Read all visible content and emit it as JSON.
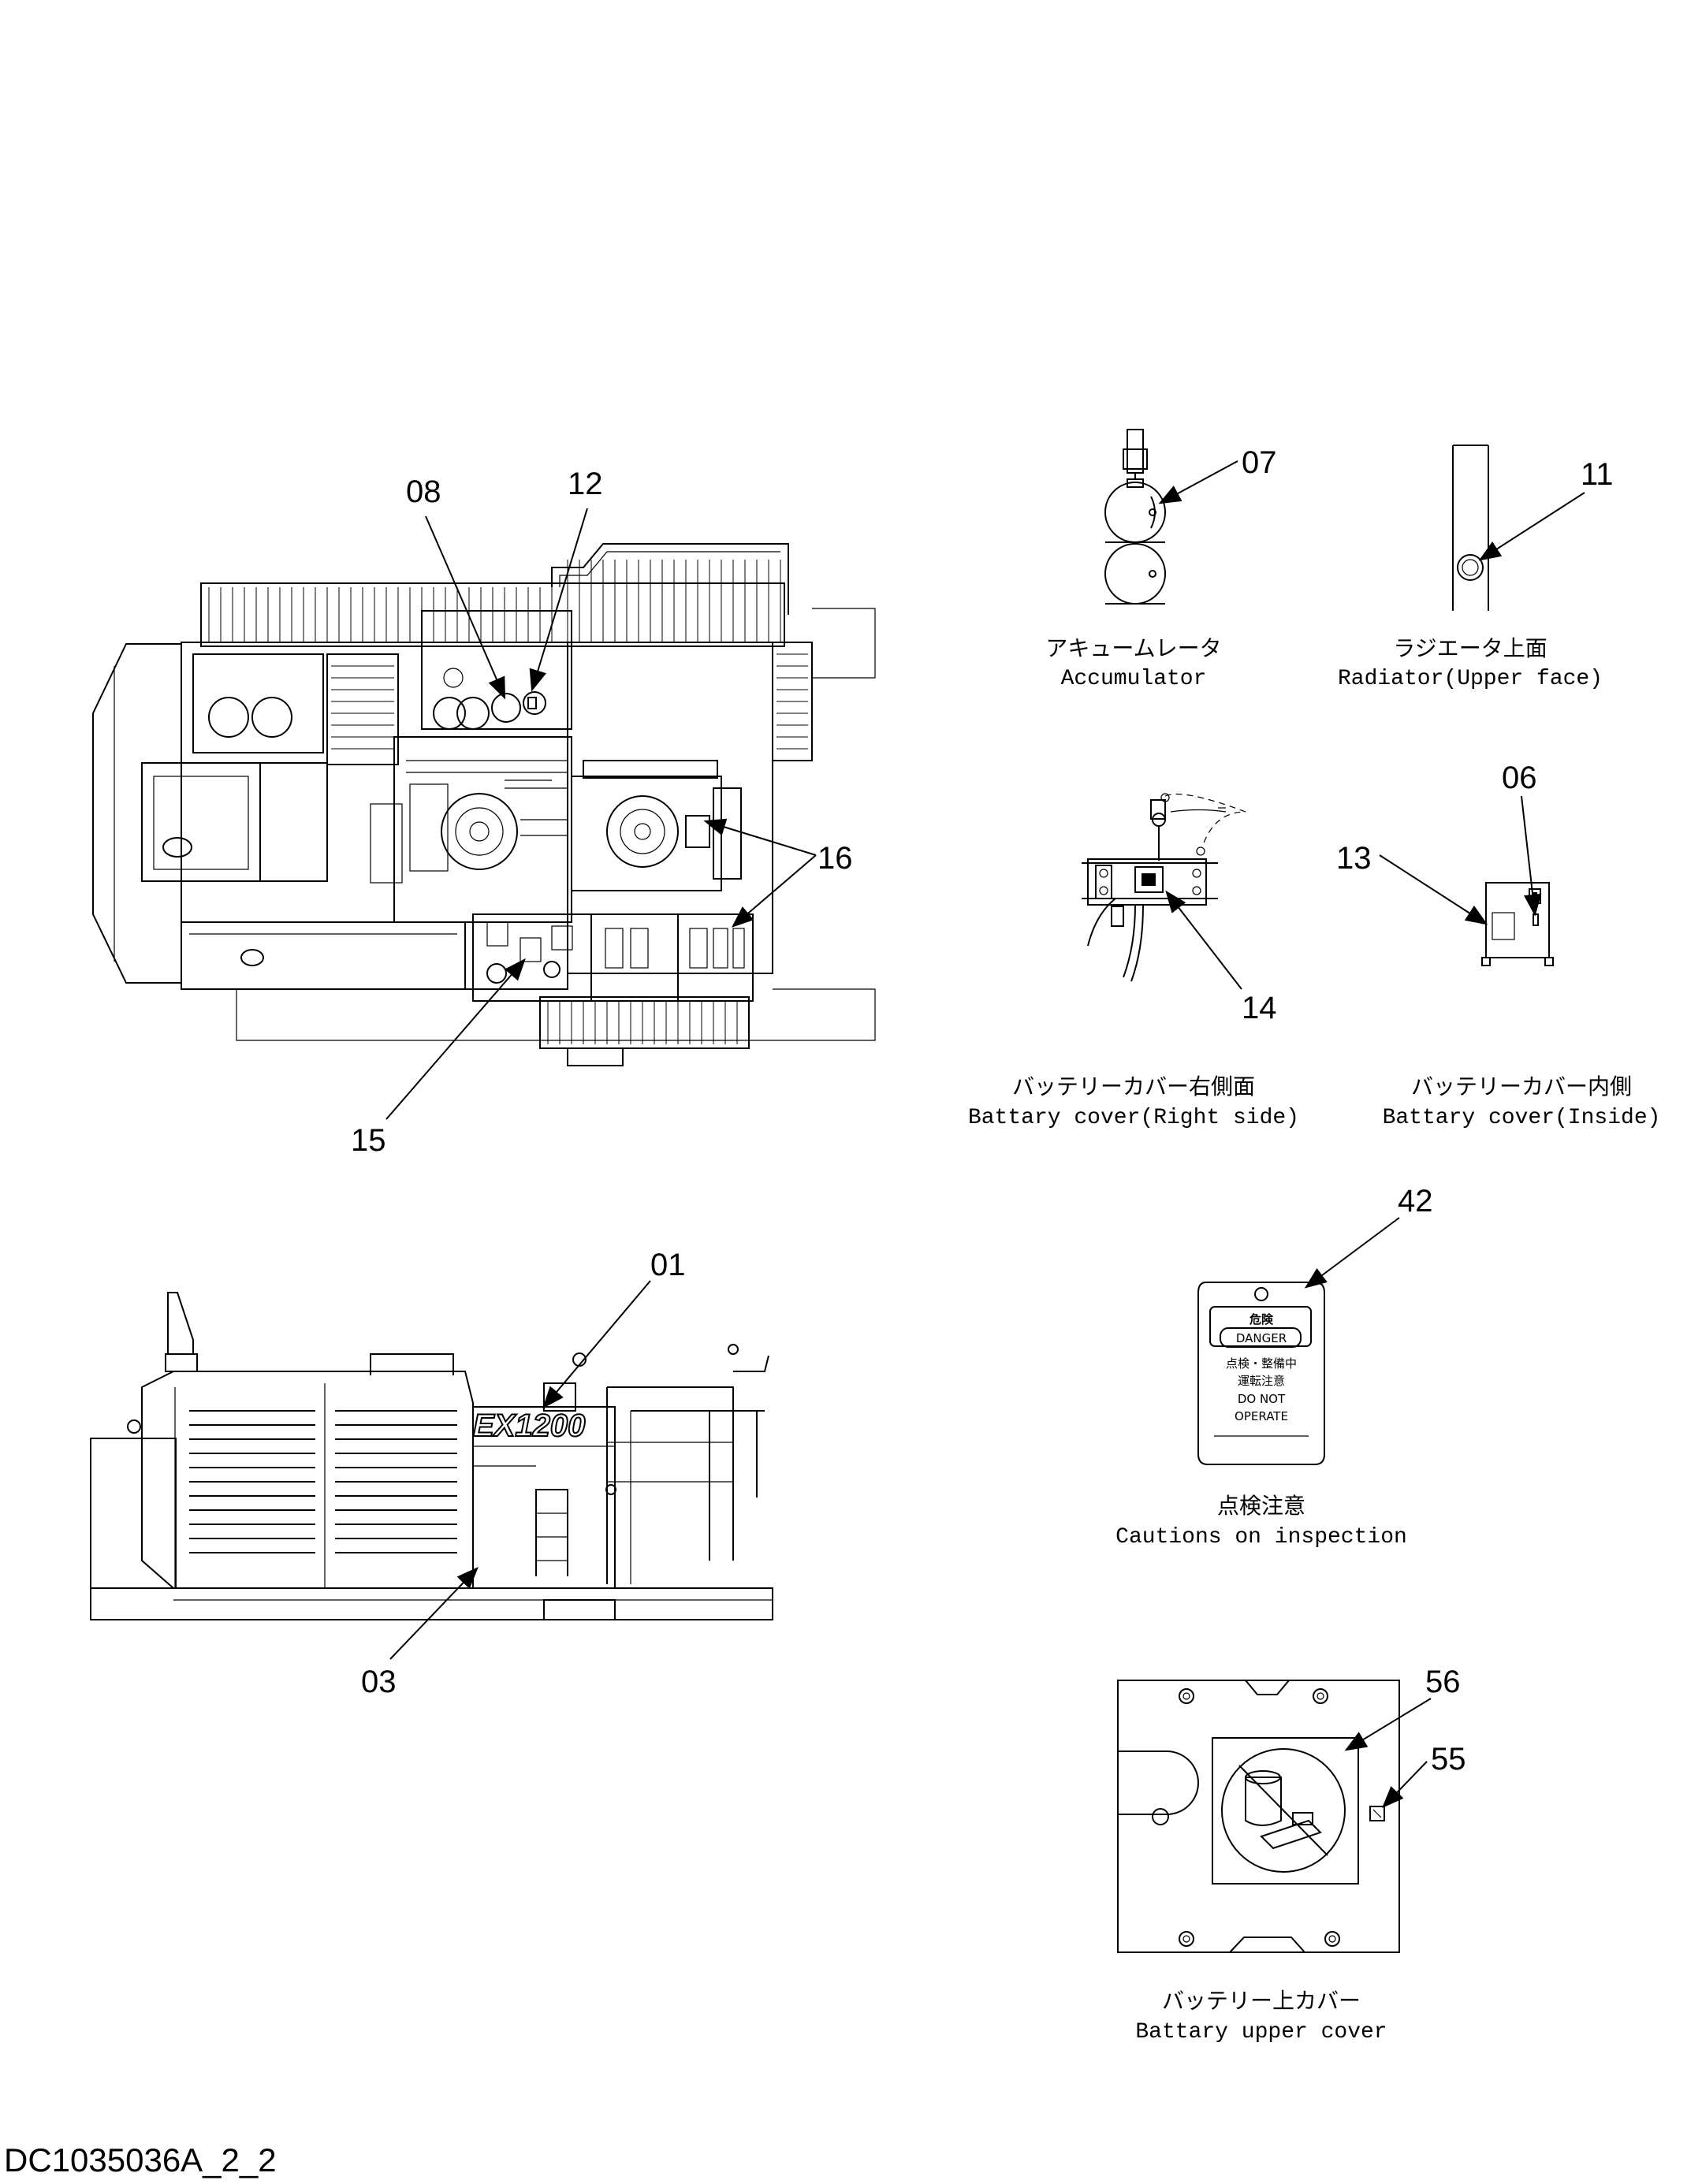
{
  "document_id": "DC1035036A_2_2",
  "callouts": {
    "c07": "07",
    "c11": "11",
    "c08": "08",
    "c12": "12",
    "c06": "06",
    "c13": "13",
    "c16": "16",
    "c14": "14",
    "c15": "15",
    "c42": "42",
    "c01": "01",
    "c03": "03",
    "c56": "56",
    "c55": "55"
  },
  "captions": {
    "accumulator_jp": "アキュームレータ",
    "accumulator_en": "Accumulator",
    "radiator_jp": "ラジエータ上面",
    "radiator_en": "Radiator(Upper face)",
    "battery_right_jp": "バッテリーカバー右側面",
    "battery_right_en": "Battary cover(Right side)",
    "battery_inside_jp": "バッテリーカバー内側",
    "battery_inside_en": "Battary cover(Inside)",
    "inspection_jp": "点検注意",
    "inspection_en": "Cautions on inspection",
    "battery_upper_jp": "バッテリー上カバー",
    "battery_upper_en": "Battary upper cover"
  },
  "tag": {
    "line1": "危険",
    "line2": "DANGER",
    "line3": "点検・整備中",
    "line4": "運転注意",
    "line5": "DO NOT",
    "line6": "OPERATE"
  },
  "model_badge": "EX1200"
}
